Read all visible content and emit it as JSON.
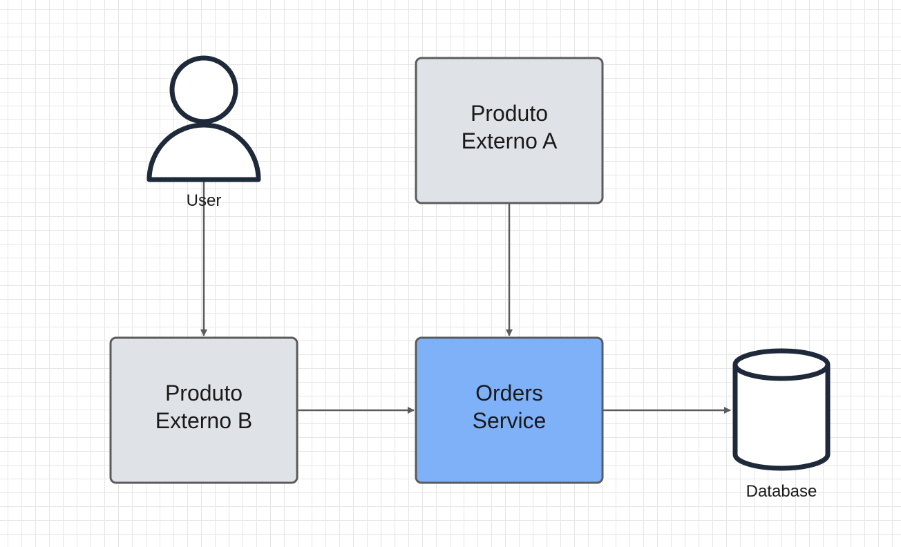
{
  "nodes": {
    "user": {
      "label": "User"
    },
    "produto_a": {
      "line1": "Produto",
      "line2": "Externo A"
    },
    "produto_b": {
      "line1": "Produto",
      "line2": "Externo B"
    },
    "orders_service": {
      "line1": "Orders",
      "line2": "Service"
    },
    "database": {
      "label": "Database"
    }
  },
  "edges": [
    {
      "from": "User",
      "to": "Produto Externo B"
    },
    {
      "from": "Produto Externo A",
      "to": "Orders Service"
    },
    {
      "from": "Produto Externo B",
      "to": "Orders Service"
    },
    {
      "from": "Orders Service",
      "to": "Database"
    }
  ],
  "colors": {
    "box_fill": "#dfe2e6",
    "box_stroke": "#5b5b5b",
    "service_fill": "#7fb1f8",
    "icon_stroke": "#1e2a3a",
    "arrow": "#5b5b5b",
    "grid": "#e6e6e6"
  }
}
